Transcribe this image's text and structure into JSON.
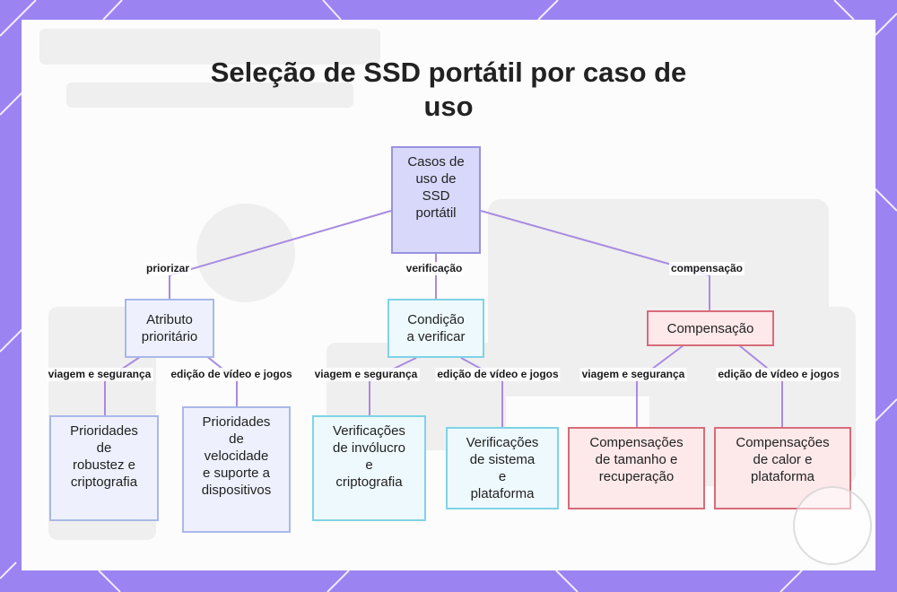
{
  "title": "Seleção de SSD portátil por caso de uso",
  "nodes": {
    "root": "Casos de\nuso de\nSSD\nportátil",
    "attr": "Atributo\nprioritário",
    "cond": "Condição\na verificar",
    "comp": "Compensação",
    "prio_rob": "Prioridades\nde\nrobustez e\ncriptografia",
    "prio_vel": "Prioridades\nde\nvelocidade\ne suporte a\ndispositivos",
    "ver_inv": "Verificações\nde invólucro\ne\ncriptografia",
    "ver_sis": "Verificações\nde sistema\ne\nplataforma",
    "comp_tam": "Compensações\nde tamanho e\nrecuperação",
    "comp_cal": "Compensações\nde calor e\nplataforma"
  },
  "edges": {
    "priorizar": "priorizar",
    "verificacao": "verificação",
    "compensacao": "compensação",
    "attr_viagem": "viagem e segurança",
    "attr_edicao": "edição de vídeo e jogos",
    "cond_viagem": "viagem e segurança",
    "cond_edicao": "edição de vídeo e jogos",
    "comp_viagem": "viagem e segurança",
    "comp_edicao": "edição de vídeo e jogos"
  },
  "colors": {
    "background": "#9b83f2",
    "root_fill": "#d8d8fb",
    "blue_border": "#a9b8ea",
    "cyan_border": "#7fd3e6",
    "red_border": "#d86c78",
    "connector": "#a98be0"
  }
}
